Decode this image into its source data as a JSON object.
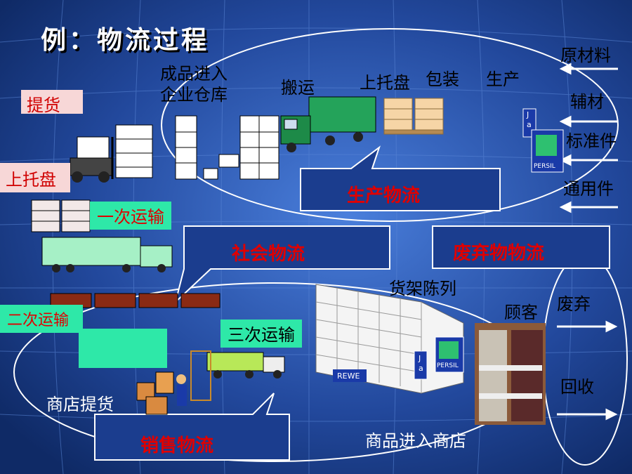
{
  "title": "例：物流过程",
  "production": {
    "warehouse_label_line1": "成品进入",
    "warehouse_label_line2": "企业仓库",
    "carry_label": "搬运",
    "pallet_label": "上托盘",
    "pack_label": "包装",
    "produce_label": "生产",
    "box_label": "生产物流"
  },
  "inputs": [
    "原材料",
    "辅材",
    "标准件",
    "通用件"
  ],
  "left": {
    "pickup": "提货",
    "palletize": "上托盘",
    "first_transport": "一次运输",
    "second_transport": "二次运输",
    "third_transport": "三次运输"
  },
  "social_box": "社会物流",
  "waste_box": "废弃物物流",
  "retail": {
    "shelf_label": "货架陈列",
    "customer_label": "顾客",
    "store_pickup": "商店提货",
    "enter_store": "商品进入商店",
    "sales_box": "销售物流",
    "rewe": "REWE"
  },
  "waste": {
    "discard": "废弃",
    "recycle": "回收"
  },
  "product_box": {
    "line1": "J",
    "line2": "a",
    "brand": "PERSIL"
  },
  "colors": {
    "background": "#1b3d8e",
    "grid": "#3f6cc2",
    "accent_red": "#e00000",
    "tag_green": "#2ee8a8",
    "tag_pink": "#f7d7d7"
  }
}
